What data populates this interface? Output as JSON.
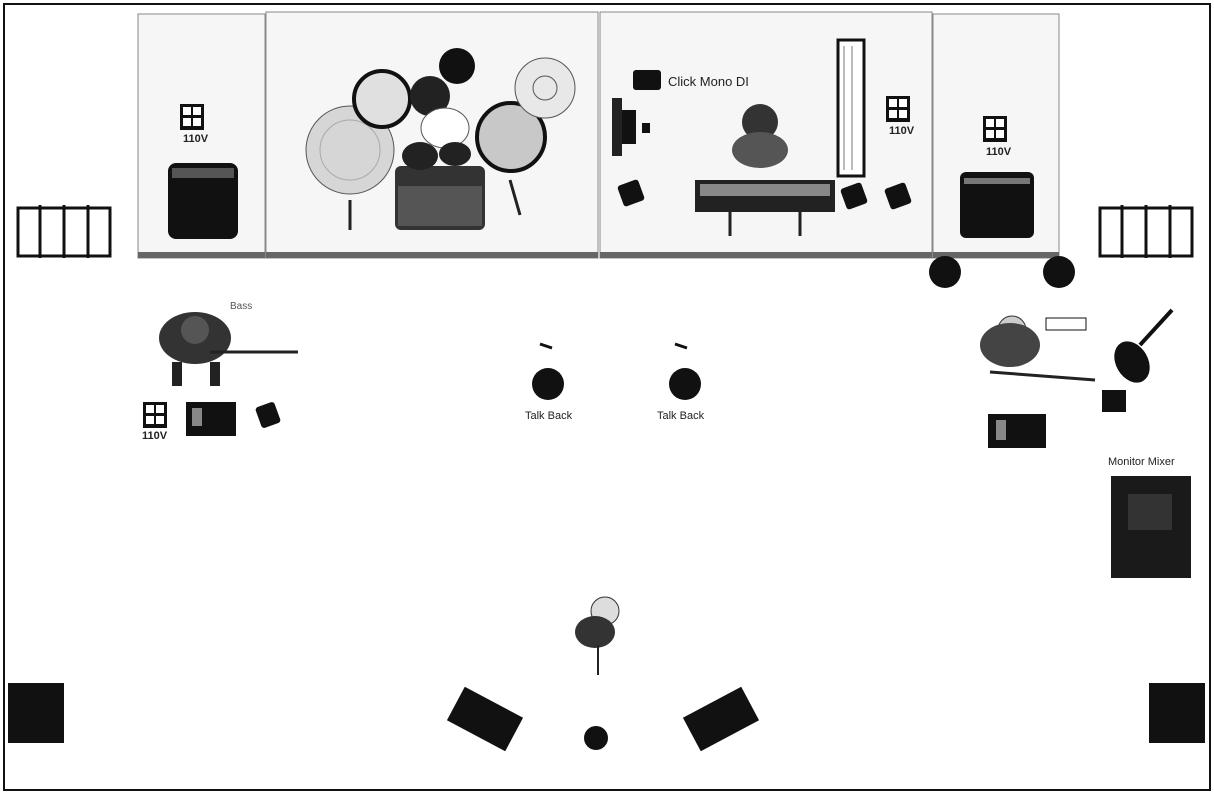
{
  "labels": {
    "click_mono_di": "Click Mono DI",
    "bass": "Bass",
    "talkback_left": "Talk Back",
    "talkback_right": "Talk Back",
    "monitor_mixer": "Monitor Mixer",
    "power_110v": "110V"
  },
  "colors": {
    "border": "#111111",
    "riser": "#f4f4f4",
    "equipment": "#1a1a1a",
    "cymbal": "#d0d0d0"
  },
  "icons": [
    "power-outlet-icon",
    "amplifier-icon",
    "drum-kit-icon",
    "keyboard-icon",
    "di-box-icon",
    "guitar-stand-icon",
    "floor-wedge-icon",
    "microphone-icon",
    "speaker-icon",
    "mixer-icon"
  ]
}
